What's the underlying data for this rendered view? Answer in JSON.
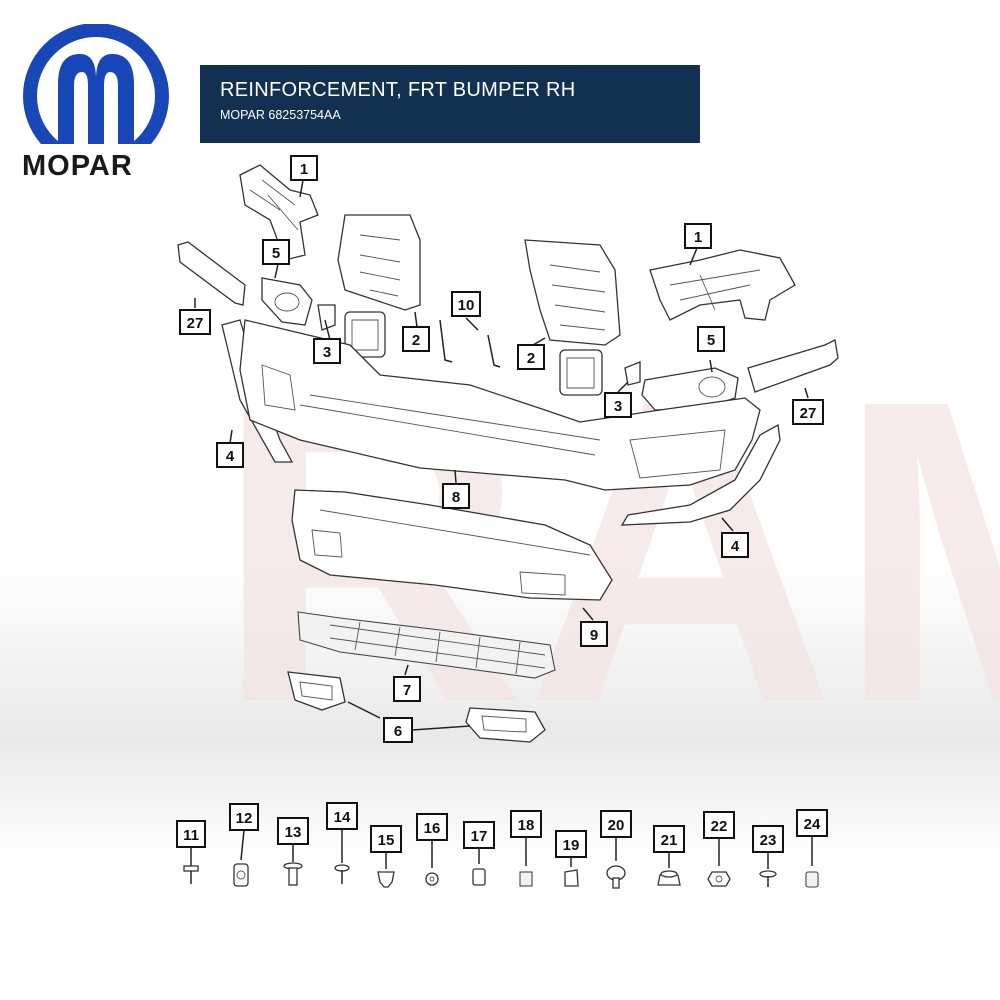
{
  "brand": {
    "logo_text": "MOPAR",
    "color_logo": "#1a47b8",
    "color_banner": "#12304f"
  },
  "header": {
    "title": "REINFORCEMENT, FRT BUMPER RH",
    "part_number": "MOPAR 68253754AA"
  },
  "watermark": "RAM",
  "callouts": {
    "c1a": "1",
    "c1b": "1",
    "c2a": "2",
    "c2b": "2",
    "c3a": "3",
    "c3b": "3",
    "c4a": "4",
    "c4b": "4",
    "c5a": "5",
    "c5b": "5",
    "c6": "6",
    "c7": "7",
    "c8": "8",
    "c9": "9",
    "c10": "10",
    "c27a": "27",
    "c27b": "27"
  },
  "hardware": [
    "11",
    "12",
    "13",
    "14",
    "15",
    "16",
    "17",
    "18",
    "19",
    "20",
    "21",
    "22",
    "23",
    "24"
  ]
}
